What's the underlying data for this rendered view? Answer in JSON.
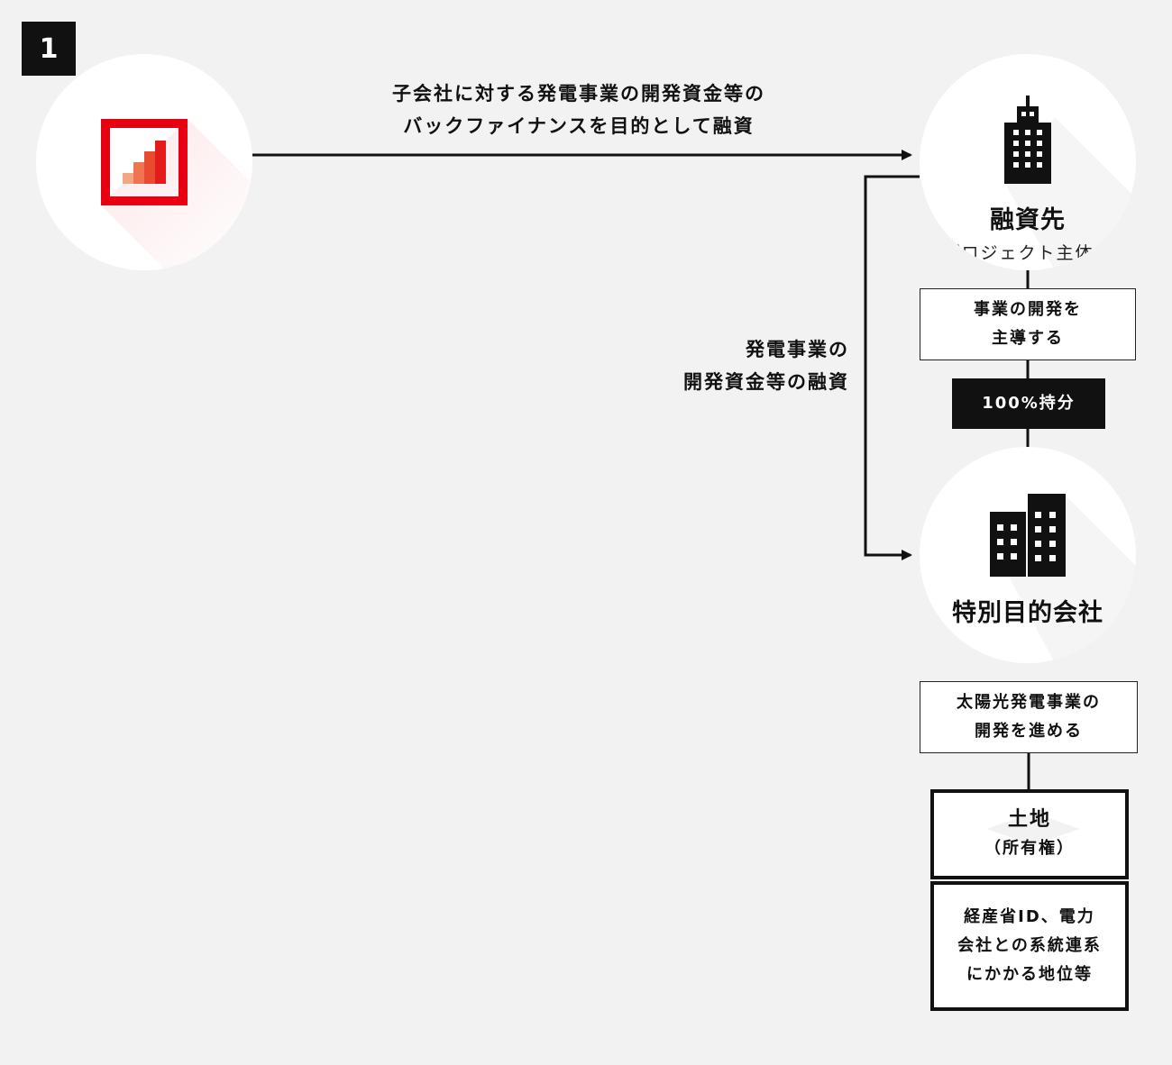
{
  "badge": {
    "number": "1"
  },
  "arrow_top": {
    "line1": "子会社に対する発電事業の開発資金等の",
    "line2": "バックファイナンスを目的として融資"
  },
  "arrow_left": {
    "line1": "発電事業の",
    "line2": "開発資金等の融資"
  },
  "borrower": {
    "title": "融資先",
    "subtitle": "（プロジェクト主体者）"
  },
  "borrower_role": {
    "line1": "事業の開発を",
    "line2": "主導する"
  },
  "ownership": {
    "label": "100%持分"
  },
  "spc": {
    "title": "特別目的会社"
  },
  "spc_role": {
    "line1": "太陽光発電事業の",
    "line2": "開発を進める"
  },
  "land": {
    "line1": "土地",
    "line2": "（所有権）"
  },
  "rights": {
    "line1": "経産省ID、電力",
    "line2": "会社との系統連系",
    "line3": "にかかる地位等"
  },
  "colors": {
    "background": "#f2f2f2",
    "logo_red": "#e60012",
    "logo_bar_1": "#f4a582",
    "logo_bar_2": "#ef7550",
    "logo_bar_3": "#e94b30",
    "logo_bar_4": "#e31b1b",
    "dark": "#111111"
  },
  "icons": {
    "lender": "bar-chart-logo-icon",
    "borrower": "office-tower-icon",
    "spc": "office-buildings-icon"
  }
}
